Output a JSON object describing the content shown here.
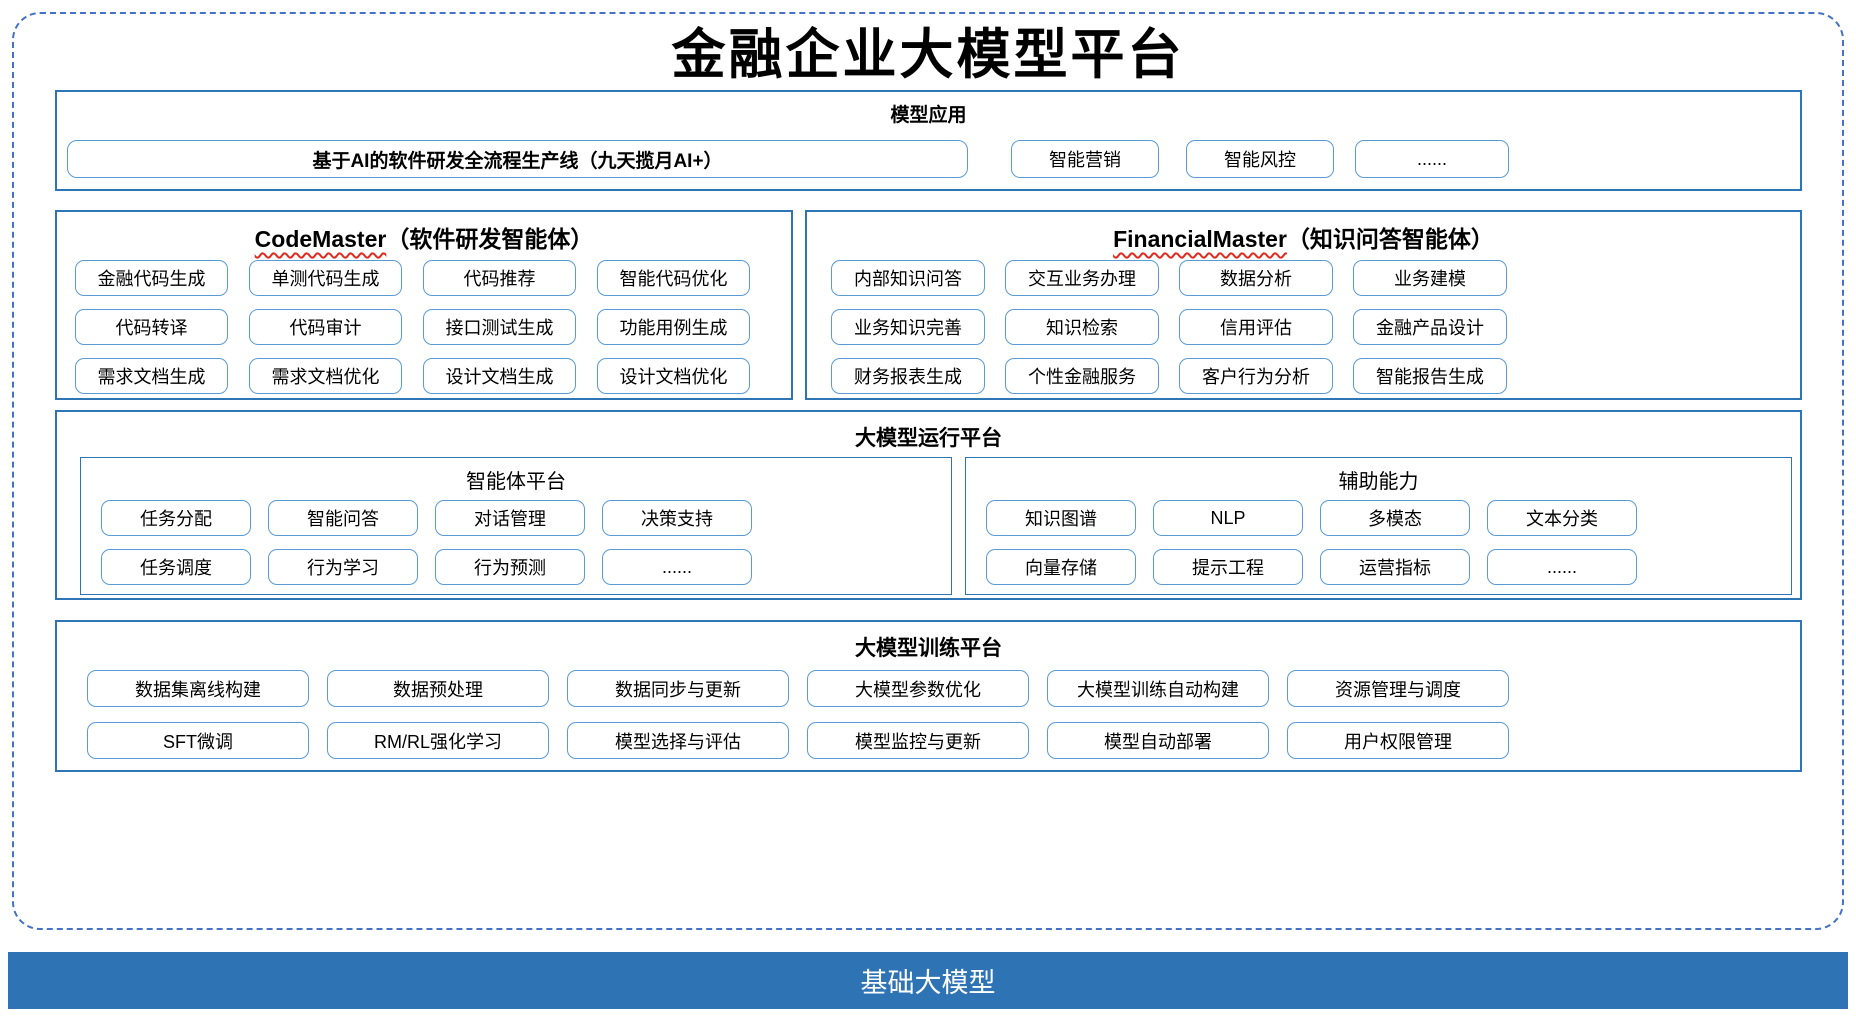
{
  "title": "金融企业大模型平台",
  "colors": {
    "frame_dash": "#4472C4",
    "panel_border": "#2E75B6",
    "box_border": "#5B9BD5",
    "squiggle": "#E02B20",
    "footer_bg": "#2E74B5",
    "footer_text": "#FFFFFF"
  },
  "model_apps": {
    "header": "模型应用",
    "main_app": "基于AI的软件研发全流程生产线（九天揽月AI+）",
    "apps": [
      "智能营销",
      "智能风控",
      "......"
    ]
  },
  "codemaster": {
    "title_en": "CodeMaster",
    "title_zh": "（软件研发智能体）",
    "items": [
      "金融代码生成",
      "单测代码生成",
      "代码推荐",
      "智能代码优化",
      "代码转译",
      "代码审计",
      "接口测试生成",
      "功能用例生成",
      "需求文档生成",
      "需求文档优化",
      "设计文档生成",
      "设计文档优化"
    ]
  },
  "financialmaster": {
    "title_en": "FinancialMaster",
    "title_zh": "（知识问答智能体）",
    "items": [
      "内部知识问答",
      "交互业务办理",
      "数据分析",
      "业务建模",
      "业务知识完善",
      "知识检索",
      "信用评估",
      "金融产品设计",
      "财务报表生成",
      "个性金融服务",
      "客户行为分析",
      "智能报告生成"
    ]
  },
  "runtime_platform": {
    "header": "大模型运行平台",
    "agent_platform": {
      "title": "智能体平台",
      "items": [
        "任务分配",
        "智能问答",
        "对话管理",
        "决策支持",
        "任务调度",
        "行为学习",
        "行为预测",
        "......"
      ]
    },
    "aux_capabilities": {
      "title": "辅助能力",
      "items": [
        "知识图谱",
        "NLP",
        "多模态",
        "文本分类",
        "向量存储",
        "提示工程",
        "运营指标",
        "......"
      ]
    }
  },
  "training_platform": {
    "header": "大模型训练平台",
    "items": [
      "数据集离线构建",
      "数据预处理",
      "数据同步与更新",
      "大模型参数优化",
      "大模型训练自动构建",
      "资源管理与调度",
      "SFT微调",
      "RM/RL强化学习",
      "模型选择与评估",
      "模型监控与更新",
      "模型自动部署",
      "用户权限管理"
    ]
  },
  "footer": {
    "label": "基础大模型"
  }
}
